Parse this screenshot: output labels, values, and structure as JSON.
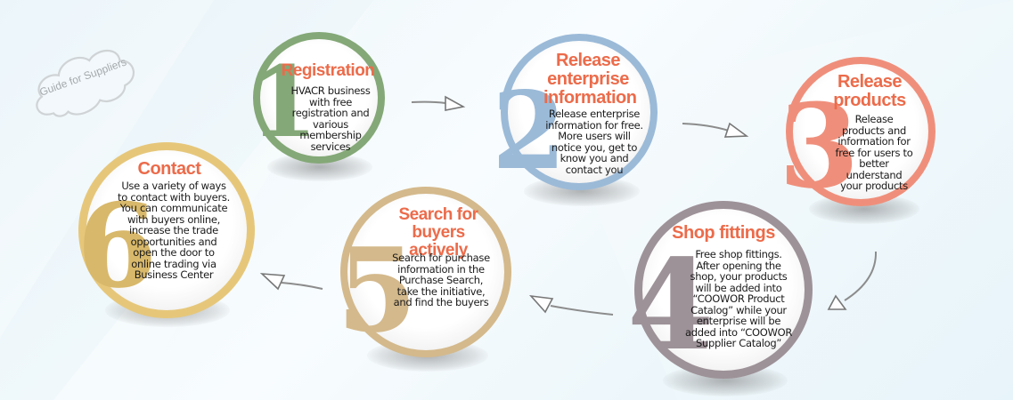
{
  "badge": {
    "label": "Guide for Suppliers"
  },
  "colors": {
    "title": "#ec6b4a",
    "step1_ring": "#84a877",
    "step2_ring": "#9bbad8",
    "step3_ring": "#ef8f7b",
    "step4_ring": "#9d9298",
    "step5_ring": "#d4b98c",
    "step6_ring": "#e6c77a"
  },
  "steps": [
    {
      "number": "1",
      "title": "Registration",
      "description": "HVACR business with free registration and various membership services"
    },
    {
      "number": "2",
      "title": "Release enterprise information",
      "description": "Release enterprise information for free. More users will notice you, get to know you and contact you"
    },
    {
      "number": "3",
      "title": "Release products",
      "description": "Release products and information for free for users to better understand your products"
    },
    {
      "number": "4",
      "title": "Shop fittings",
      "description": "Free shop fittings. After opening the shop, your products will be added into “COOWOR Product Catalog” while your enterprise will be added into “COOWOR Supplier Catalog”"
    },
    {
      "number": "5",
      "title": "Search for buyers actively",
      "description": "Search for purchase information in the Purchase Search, take the initiative, and find the buyers"
    },
    {
      "number": "6",
      "title": "Contact",
      "description": "Use a variety of ways to contact with buyers. You can communicate with buyers online, increase the trade opportunities and open the door to online trading via Business Center"
    }
  ],
  "flow": [
    {
      "from": "1",
      "to": "2"
    },
    {
      "from": "2",
      "to": "3"
    },
    {
      "from": "3",
      "to": "4"
    },
    {
      "from": "4",
      "to": "5"
    },
    {
      "from": "5",
      "to": "6"
    }
  ]
}
